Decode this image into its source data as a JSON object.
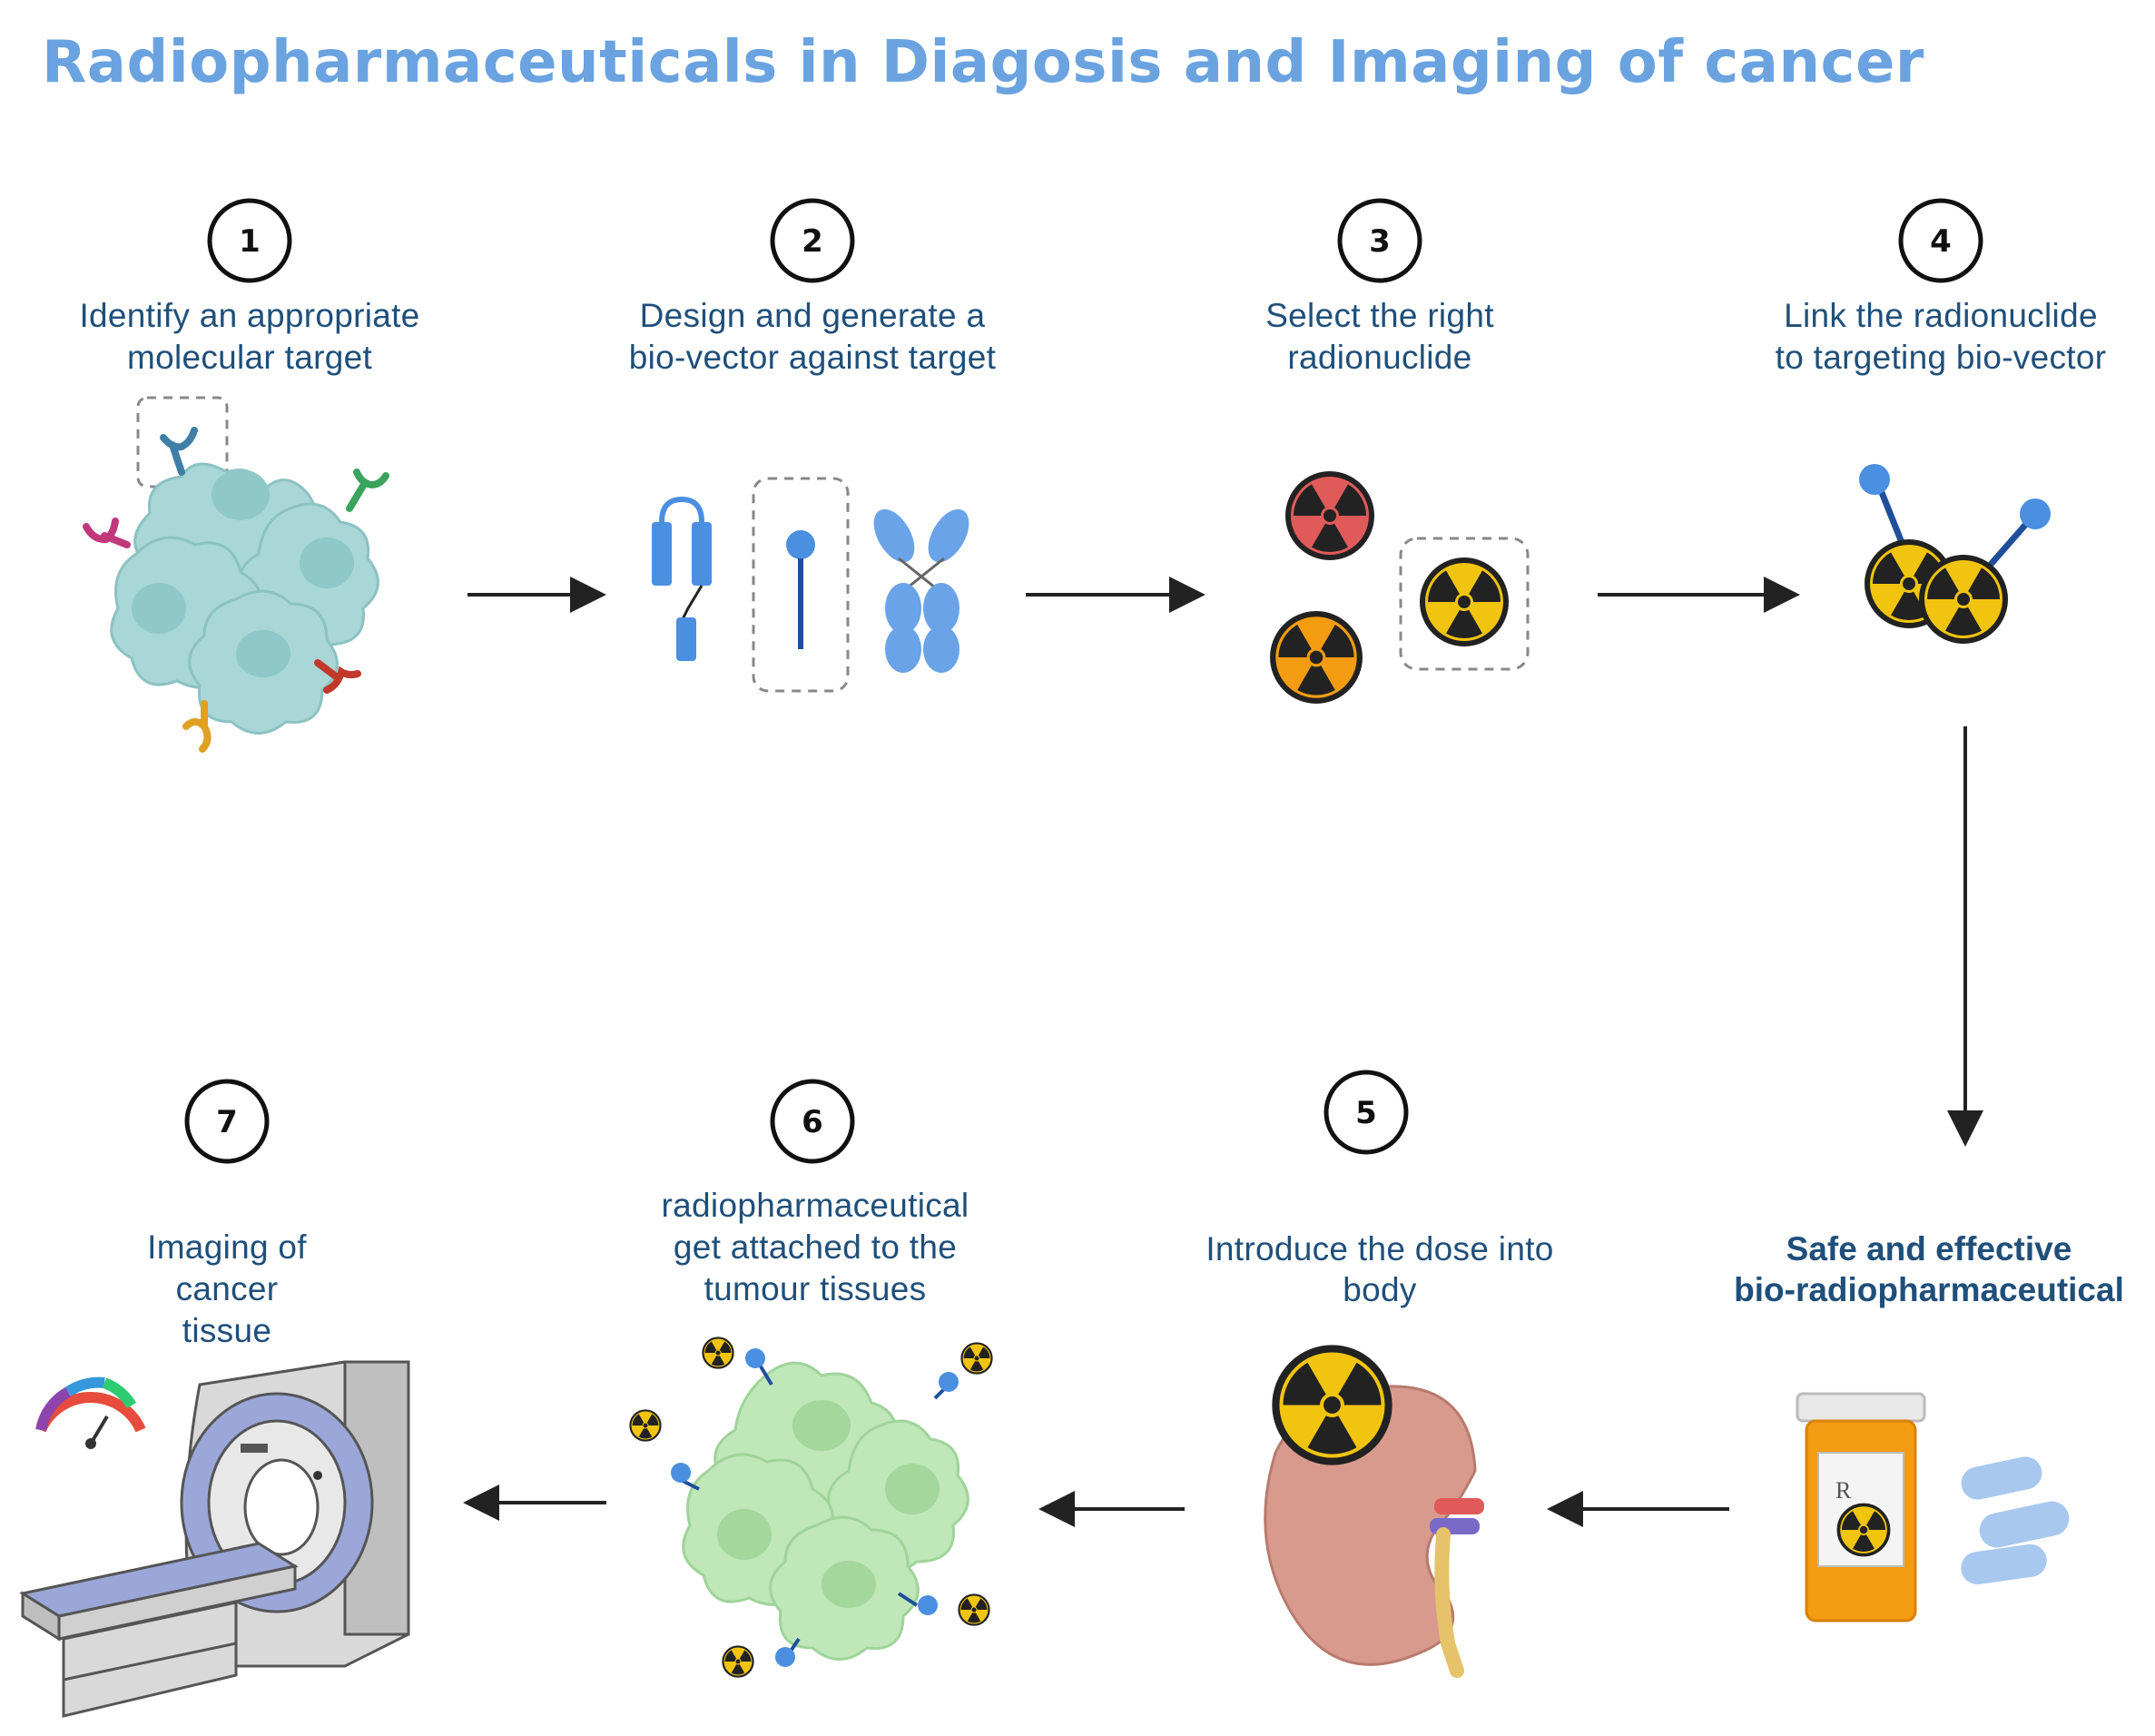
{
  "title": "Radiopharmaceuticals in Diagosis and Imaging of cancer",
  "colors": {
    "title": "#6aa3e0",
    "label": "#1f4f7a",
    "arrow": "#222222",
    "cell": "#a9d6d6",
    "cell_green": "#bfe7b8",
    "radiation_yellow": "#f1c40f",
    "radiation_red": "#e05a5a",
    "radiation_orange": "#f39c12",
    "vector_blue": "#4a8fe0",
    "kidney": "#d99a8e",
    "bottle": "#f39c12"
  },
  "steps": [
    {
      "number": "1",
      "line1": "Identify an appropriate",
      "line2": "molecular target",
      "line3": "",
      "icon": "cancer-cell-receptors-icon"
    },
    {
      "number": "2",
      "line1": "Design and generate a",
      "line2": "bio-vector against target",
      "line3": "",
      "icon": "bio-vector-icon"
    },
    {
      "number": "3",
      "line1": "Select the right",
      "line2": "radionuclide",
      "line3": "",
      "icon": "radionuclide-icon"
    },
    {
      "number": "4",
      "line1": "Link the radionuclide",
      "line2": "to targeting bio-vector",
      "line3": "",
      "icon": "linked-radionuclide-icon"
    },
    {
      "number": "5",
      "line1": "Introduce the dose into",
      "line2": "body",
      "line3": "",
      "icon": "kidney-icon"
    },
    {
      "number": "6",
      "line1": "radiopharmaceutical",
      "line2": "get attached to the",
      "line3": "tumour tissues",
      "icon": "tumour-tissue-icon"
    },
    {
      "number": "7",
      "line1": "Imaging of",
      "line2": "cancer",
      "line3": "tissue",
      "icon": "scanner-icon"
    }
  ],
  "product": {
    "line1": "Safe and effective",
    "line2": "bio-radiopharmaceutical",
    "bottle_text": "R",
    "icon": "pill-bottle-icon"
  }
}
